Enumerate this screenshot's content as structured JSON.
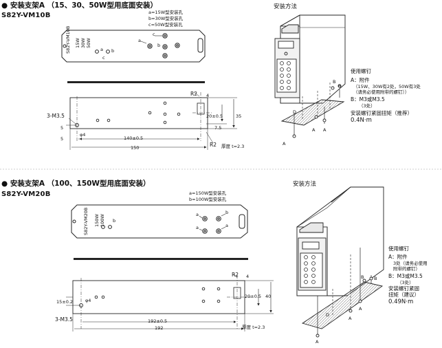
{
  "section1": {
    "heading": "● 安装支架A （15、30、50W型用底面安装）",
    "model": "S82Y-VM10B",
    "legend": [
      "a=15W型安装孔",
      "b=30W型安装孔",
      "c=50W型安装孔"
    ],
    "plate_vertical_label": "S82Y-VM10B",
    "plate_rating_labels": [
      "15W",
      "30W",
      "50W"
    ],
    "hole_labels": [
      "a",
      "b",
      "c",
      "a",
      "b",
      "c"
    ],
    "dims": {
      "screws": "3-M3.5",
      "r_top": "R2",
      "r_bottom": "R2",
      "d4": "4",
      "d20": "20±0.5",
      "d35": "35",
      "d7_5": "7.5",
      "d5": "5",
      "phi4": "φ4",
      "d5b": "5",
      "d140": "140±0.5",
      "d150": "150",
      "thickness": "厚度 t=2.3"
    },
    "install_title": "安装方法",
    "notes": {
      "title": "使用螺钉",
      "a_line": "A：附件",
      "a_detail": "（15W、30W有2处，50W有3处",
      "a_detail2": "（请务必使用附带的螺钉））",
      "b_line": "B：M3或M3.5",
      "b_detail": "（3处）",
      "torque_title": "安装螺钉紧固扭矩（推荐）",
      "torque_value": "0.4N·m"
    },
    "arrow_labels": [
      "A",
      "A",
      "A",
      "B",
      "B",
      "D"
    ]
  },
  "section2": {
    "heading": "● 安装支架A （100、150W型用底面安装）",
    "model": "S82Y-VM20B",
    "legend": [
      "a=150W型安装孔",
      "b=100W型安装孔"
    ],
    "plate_vertical_label": "S82Y-VM20B",
    "plate_rating_labels": [
      "150W",
      "100W"
    ],
    "hole_labels": [
      "b",
      "a",
      "b",
      "a",
      "a"
    ],
    "dims": {
      "r": "R2",
      "d4": "4",
      "d20": "20±0.5",
      "d40": "40",
      "d15": "15±0.2",
      "phi4": "φ4",
      "screws": "3-M3.5",
      "d192": "192±0.5",
      "d192b": "192",
      "thickness": "厚度 t=2.3"
    },
    "install_title": "安装方法",
    "notes": {
      "title": "使用螺钉",
      "a_line": "A：附件",
      "a_detail": "3处（请务必使用",
      "a_detail2": "附带的螺钉）",
      "b_line": "B：M3或M3.5",
      "b_detail": "（3处）",
      "torque_title": "安装螺钉紧固",
      "torque_title2": "扭矩（建议）",
      "torque_value": "0.49N·m"
    },
    "arrow_labels": [
      "A",
      "A",
      "A",
      "B",
      "B",
      "D"
    ]
  }
}
